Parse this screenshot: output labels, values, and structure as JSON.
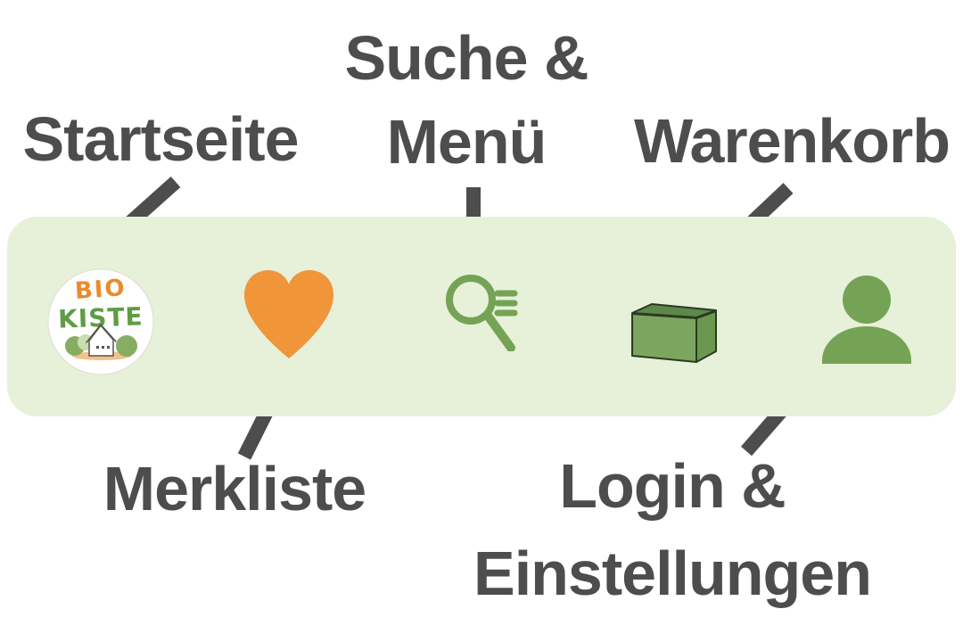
{
  "colors": {
    "text": "#4d4d4d",
    "bar_bg": "#e7f0d8",
    "accent_orange": "#f0953a",
    "icon_green": "#74a356",
    "logo_orange": "#e98b2d",
    "logo_green": "#5e9c45",
    "box_face": "#7ca65f",
    "box_side": "#6b9750",
    "box_inside": "#5e874a",
    "box_outline": "#2b3a20",
    "bush_green": "#86ae62",
    "bush_light": "#cbdcae",
    "ground_tan": "#f3c18c"
  },
  "annotations": {
    "startseite": {
      "label": "Startseite"
    },
    "suche_menu": {
      "line1": "Suche &",
      "line2": "Menü"
    },
    "warenkorb": {
      "label": "Warenkorb"
    },
    "merkliste": {
      "label": "Merkliste"
    },
    "login_einstellungen": {
      "line1": "Login &",
      "line2": "Einstellungen"
    }
  },
  "navbar": {
    "logo": {
      "line1": "BIO",
      "line2": "KISTE"
    },
    "items": [
      {
        "name": "home-logo",
        "meaning": "Startseite"
      },
      {
        "name": "wishlist-heart",
        "meaning": "Merkliste"
      },
      {
        "name": "search-menu",
        "meaning": "Suche & Menü"
      },
      {
        "name": "cart-box",
        "meaning": "Warenkorb"
      },
      {
        "name": "account-person",
        "meaning": "Login & Einstellungen"
      }
    ]
  }
}
